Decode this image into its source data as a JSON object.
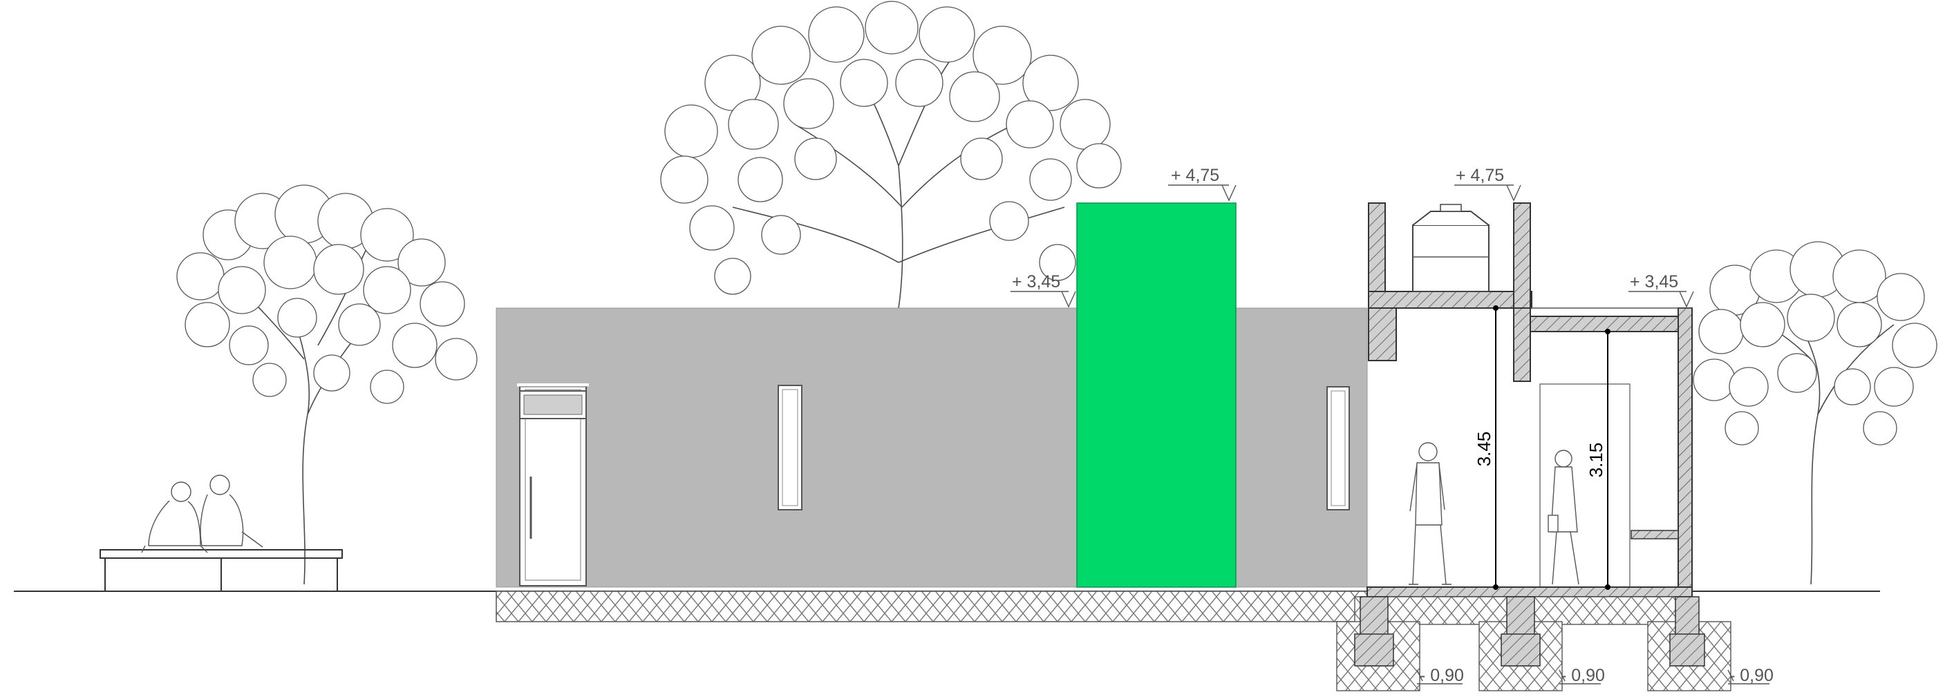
{
  "elevations": {
    "top_green": "+ 4,75",
    "top_section": "+ 4,75",
    "roof_left": "+ 3,45",
    "roof_right": "+ 3,45",
    "footing_1": "- 0,90",
    "footing_2": "- 0,90",
    "footing_3": "- 0,90"
  },
  "dimensions": {
    "height_left": "3.45",
    "height_right": "3.15"
  },
  "colors": {
    "facade": "#b8b8b8",
    "accent_volume": "#00d96a",
    "wall_hatch": "#9a9a9a"
  }
}
